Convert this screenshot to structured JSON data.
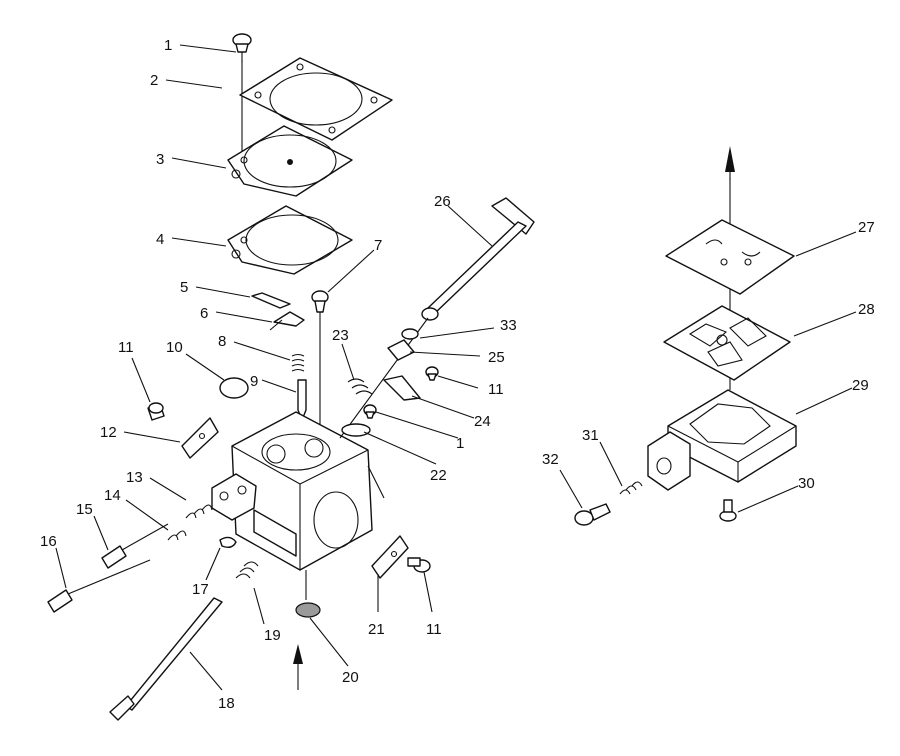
{
  "callouts": [
    "1",
    "2",
    "3",
    "4",
    "5",
    "6",
    "7",
    "8",
    "9",
    "10",
    "11",
    "12",
    "13",
    "14",
    "15",
    "16",
    "17",
    "18",
    "19",
    "20",
    "21",
    "22",
    "23",
    "24",
    "25",
    "26",
    "27",
    "28",
    "29",
    "30",
    "31",
    "32",
    "33"
  ],
  "repeated_callouts": {
    "1_b": "1",
    "11_b": "11",
    "11_c": "11"
  },
  "icons": [
    "screw-icon",
    "gasket-icon",
    "diaphragm-icon",
    "spring-icon",
    "needle-icon",
    "shaft-icon",
    "filter-screen-icon",
    "arrow-up-icon",
    "carburetor-body-icon",
    "pump-cover-icon"
  ]
}
